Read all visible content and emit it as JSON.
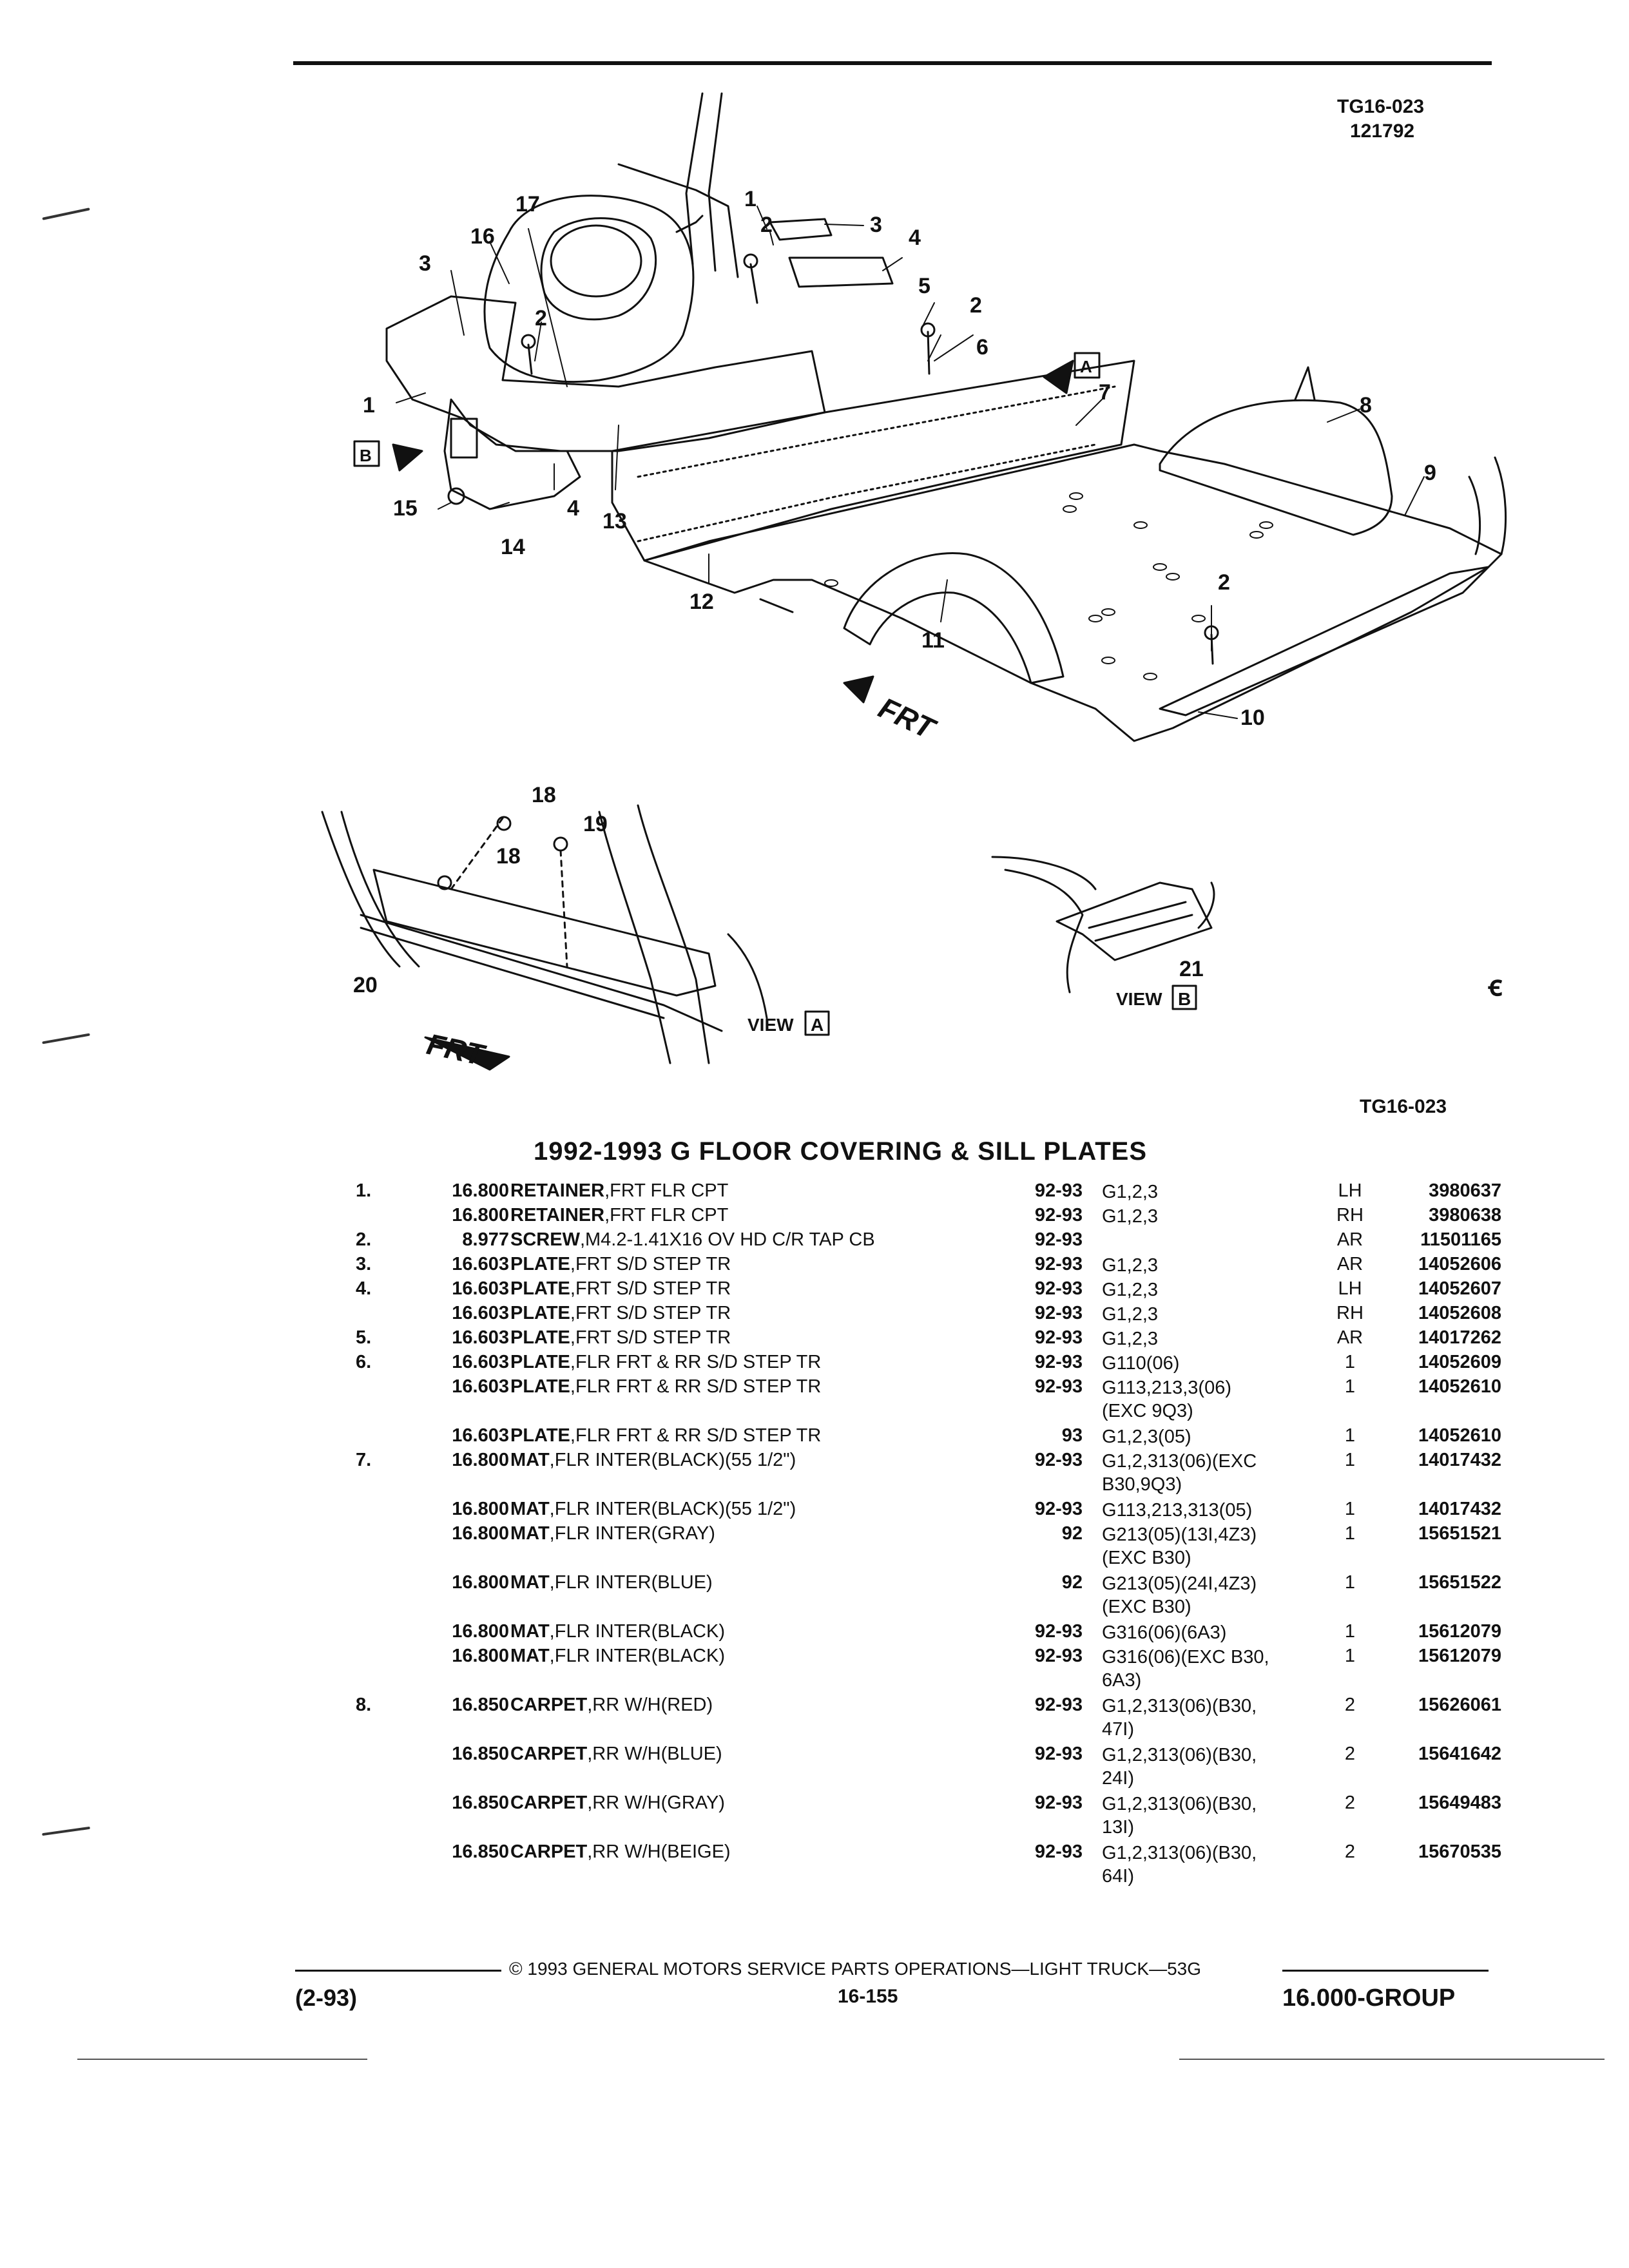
{
  "header": {
    "code_top": "TG16-023",
    "date_code": "121792",
    "code_bottom": "TG16-023"
  },
  "diagram": {
    "callouts": [
      "1",
      "2",
      "3",
      "4",
      "5",
      "6",
      "7",
      "8",
      "9",
      "10",
      "11",
      "12",
      "13",
      "14",
      "15",
      "16",
      "17",
      "18",
      "19",
      "20",
      "21"
    ],
    "view_a_label": "VIEW",
    "view_a_box": "A",
    "view_b_label": "VIEW",
    "view_b_box": "B",
    "frt_label": "FRT",
    "box_a": "A",
    "box_b": "B"
  },
  "section_title": "1992-1993 G FLOOR COVERING & SILL PLATES",
  "parts": [
    {
      "item": "1.",
      "grp": "16.800",
      "name": "RETAINER",
      "desc": ",FRT FLR CPT",
      "year": "92-93",
      "model": "G1,2,3",
      "model2": "",
      "qty": "LH",
      "part": "3980637"
    },
    {
      "item": "",
      "grp": "16.800",
      "name": "RETAINER",
      "desc": ",FRT FLR CPT",
      "year": "92-93",
      "model": "G1,2,3",
      "model2": "",
      "qty": "RH",
      "part": "3980638"
    },
    {
      "item": "2.",
      "grp": "8.977",
      "name": "SCREW",
      "desc": ",M4.2-1.41X16 OV HD C/R TAP CB",
      "year": "92-93",
      "model": "",
      "model2": "",
      "qty": "AR",
      "part": "11501165"
    },
    {
      "item": "3.",
      "grp": "16.603",
      "name": "PLATE",
      "desc": ",FRT S/D STEP TR",
      "year": "92-93",
      "model": "G1,2,3",
      "model2": "",
      "qty": "AR",
      "part": "14052606"
    },
    {
      "item": "4.",
      "grp": "16.603",
      "name": "PLATE",
      "desc": ",FRT S/D STEP TR",
      "year": "92-93",
      "model": "G1,2,3",
      "model2": "",
      "qty": "LH",
      "part": "14052607"
    },
    {
      "item": "",
      "grp": "16.603",
      "name": "PLATE",
      "desc": ",FRT S/D STEP TR",
      "year": "92-93",
      "model": "G1,2,3",
      "model2": "",
      "qty": "RH",
      "part": "14052608"
    },
    {
      "item": "5.",
      "grp": "16.603",
      "name": "PLATE",
      "desc": ",FRT S/D STEP TR",
      "year": "92-93",
      "model": "G1,2,3",
      "model2": "",
      "qty": "AR",
      "part": "14017262"
    },
    {
      "item": "6.",
      "grp": "16.603",
      "name": "PLATE",
      "desc": ",FLR FRT & RR S/D STEP TR",
      "year": "92-93",
      "model": "G110(06)",
      "model2": "",
      "qty": "1",
      "part": "14052609"
    },
    {
      "item": "",
      "grp": "16.603",
      "name": "PLATE",
      "desc": ",FLR FRT & RR S/D STEP TR",
      "year": "92-93",
      "model": "G113,213,3(06)",
      "model2": "(EXC 9Q3)",
      "qty": "1",
      "part": "14052610"
    },
    {
      "item": "",
      "grp": "16.603",
      "name": "PLATE",
      "desc": ",FLR FRT & RR S/D STEP TR",
      "year": "93",
      "model": "G1,2,3(05)",
      "model2": "",
      "qty": "1",
      "part": "14052610"
    },
    {
      "item": "7.",
      "grp": "16.800",
      "name": "MAT",
      "desc": ",FLR INTER(BLACK)(55 1/2\")",
      "year": "92-93",
      "model": "G1,2,313(06)(EXC",
      "model2": "B30,9Q3)",
      "qty": "1",
      "part": "14017432"
    },
    {
      "item": "",
      "grp": "16.800",
      "name": "MAT",
      "desc": ",FLR INTER(BLACK)(55 1/2\")",
      "year": "92-93",
      "model": "G113,213,313(05)",
      "model2": "",
      "qty": "1",
      "part": "14017432"
    },
    {
      "item": "",
      "grp": "16.800",
      "name": "MAT",
      "desc": ",FLR INTER(GRAY)",
      "year": "92",
      "model": "G213(05)(13I,4Z3)",
      "model2": "(EXC B30)",
      "qty": "1",
      "part": "15651521"
    },
    {
      "item": "",
      "grp": "16.800",
      "name": "MAT",
      "desc": ",FLR INTER(BLUE)",
      "year": "92",
      "model": "G213(05)(24I,4Z3)",
      "model2": "(EXC B30)",
      "qty": "1",
      "part": "15651522"
    },
    {
      "item": "",
      "grp": "16.800",
      "name": "MAT",
      "desc": ",FLR INTER(BLACK)",
      "year": "92-93",
      "model": "G316(06)(6A3)",
      "model2": "",
      "qty": "1",
      "part": "15612079"
    },
    {
      "item": "",
      "grp": "16.800",
      "name": "MAT",
      "desc": ",FLR INTER(BLACK)",
      "year": "92-93",
      "model": "G316(06)(EXC B30,",
      "model2": "6A3)",
      "qty": "1",
      "part": "15612079"
    },
    {
      "item": "8.",
      "grp": "16.850",
      "name": "CARPET",
      "desc": ",RR W/H(RED)",
      "year": "92-93",
      "model": "G1,2,313(06)(B30,",
      "model2": "47I)",
      "qty": "2",
      "part": "15626061"
    },
    {
      "item": "",
      "grp": "16.850",
      "name": "CARPET",
      "desc": ",RR W/H(BLUE)",
      "year": "92-93",
      "model": "G1,2,313(06)(B30,",
      "model2": "24I)",
      "qty": "2",
      "part": "15641642"
    },
    {
      "item": "",
      "grp": "16.850",
      "name": "CARPET",
      "desc": ",RR W/H(GRAY)",
      "year": "92-93",
      "model": "G1,2,313(06)(B30,",
      "model2": "13I)",
      "qty": "2",
      "part": "15649483"
    },
    {
      "item": "",
      "grp": "16.850",
      "name": "CARPET",
      "desc": ",RR W/H(BEIGE)",
      "year": "92-93",
      "model": "G1,2,313(06)(B30,",
      "model2": "64I)",
      "qty": "2",
      "part": "15670535"
    }
  ],
  "footer": {
    "copyright": "© 1993 GENERAL MOTORS SERVICE PARTS OPERATIONS—LIGHT TRUCK—53G",
    "date": "(2-93)",
    "page": "16-155",
    "group": "16.000-GROUP"
  },
  "colors": {
    "ink": "#111111",
    "paper": "#ffffff"
  }
}
